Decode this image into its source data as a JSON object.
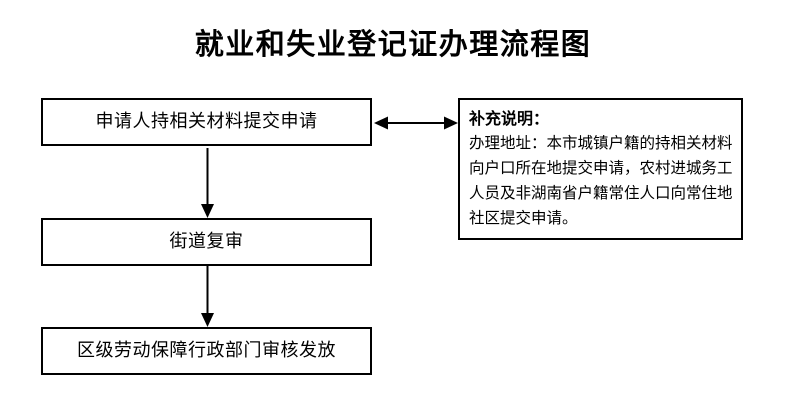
{
  "title": "就业和失业登记证办理流程图",
  "flowchart": {
    "steps": [
      {
        "label": "申请人持相关材料提交申请"
      },
      {
        "label": "街道复审"
      },
      {
        "label": "区级劳动保障行政部门审核发放"
      }
    ],
    "connectors": [
      {
        "icon": "down-arrow-icon",
        "from": "step-1",
        "to": "step-2"
      },
      {
        "icon": "down-arrow-icon",
        "from": "step-2",
        "to": "step-3"
      },
      {
        "icon": "double-headed-horizontal-arrow-icon",
        "from": "step-1",
        "to": "note-box"
      }
    ]
  },
  "note": {
    "heading": "补充说明：",
    "body": "办理地址：本市城镇户籍的持相关材料向户口所在地提交申请，农村进城务工人员及非湖南省户籍常住人口向常住地社区提交申请。"
  },
  "colors": {
    "background": "#ffffff",
    "border": "#000000",
    "text": "#000000"
  }
}
